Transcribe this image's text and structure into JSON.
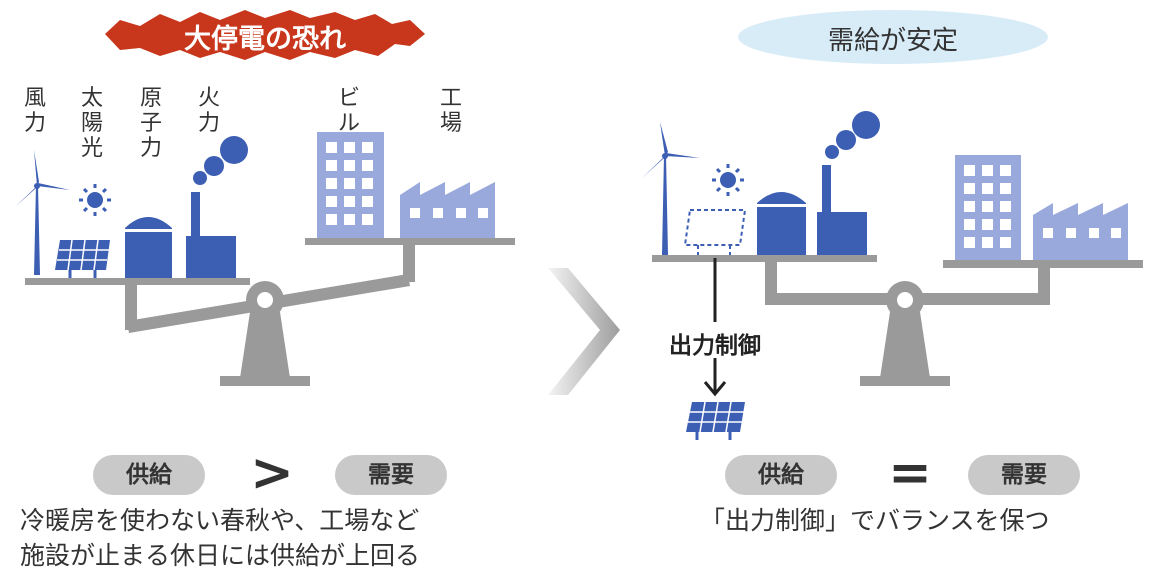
{
  "left": {
    "title": "大停電の恐れ",
    "labels": {
      "wind": [
        "風",
        "力"
      ],
      "solar": [
        "太",
        "陽",
        "光"
      ],
      "nuclear": [
        "原",
        "子",
        "力"
      ],
      "thermal": [
        "火",
        "力"
      ],
      "building": [
        "ビ",
        "ル"
      ],
      "factory": [
        "工",
        "場"
      ]
    },
    "supply": "供給",
    "relation": ">",
    "demand": "需要",
    "caption": [
      "冷暖房を使わない春秋や、工場など",
      "施設が止まる休日には供給が上回る"
    ]
  },
  "right": {
    "title": "需給が安定",
    "control_label": "出力制御",
    "supply": "供給",
    "relation": "=",
    "demand": "需要",
    "caption": "「出力制御」でバランスを保つ"
  },
  "colors": {
    "supply_blue": "#3c5fb4",
    "demand_blue": "#9aa9dc",
    "scale_gray": "#9a9a9a",
    "alert_red": "#c8361c",
    "calm_blue": "#d8ecf8"
  }
}
